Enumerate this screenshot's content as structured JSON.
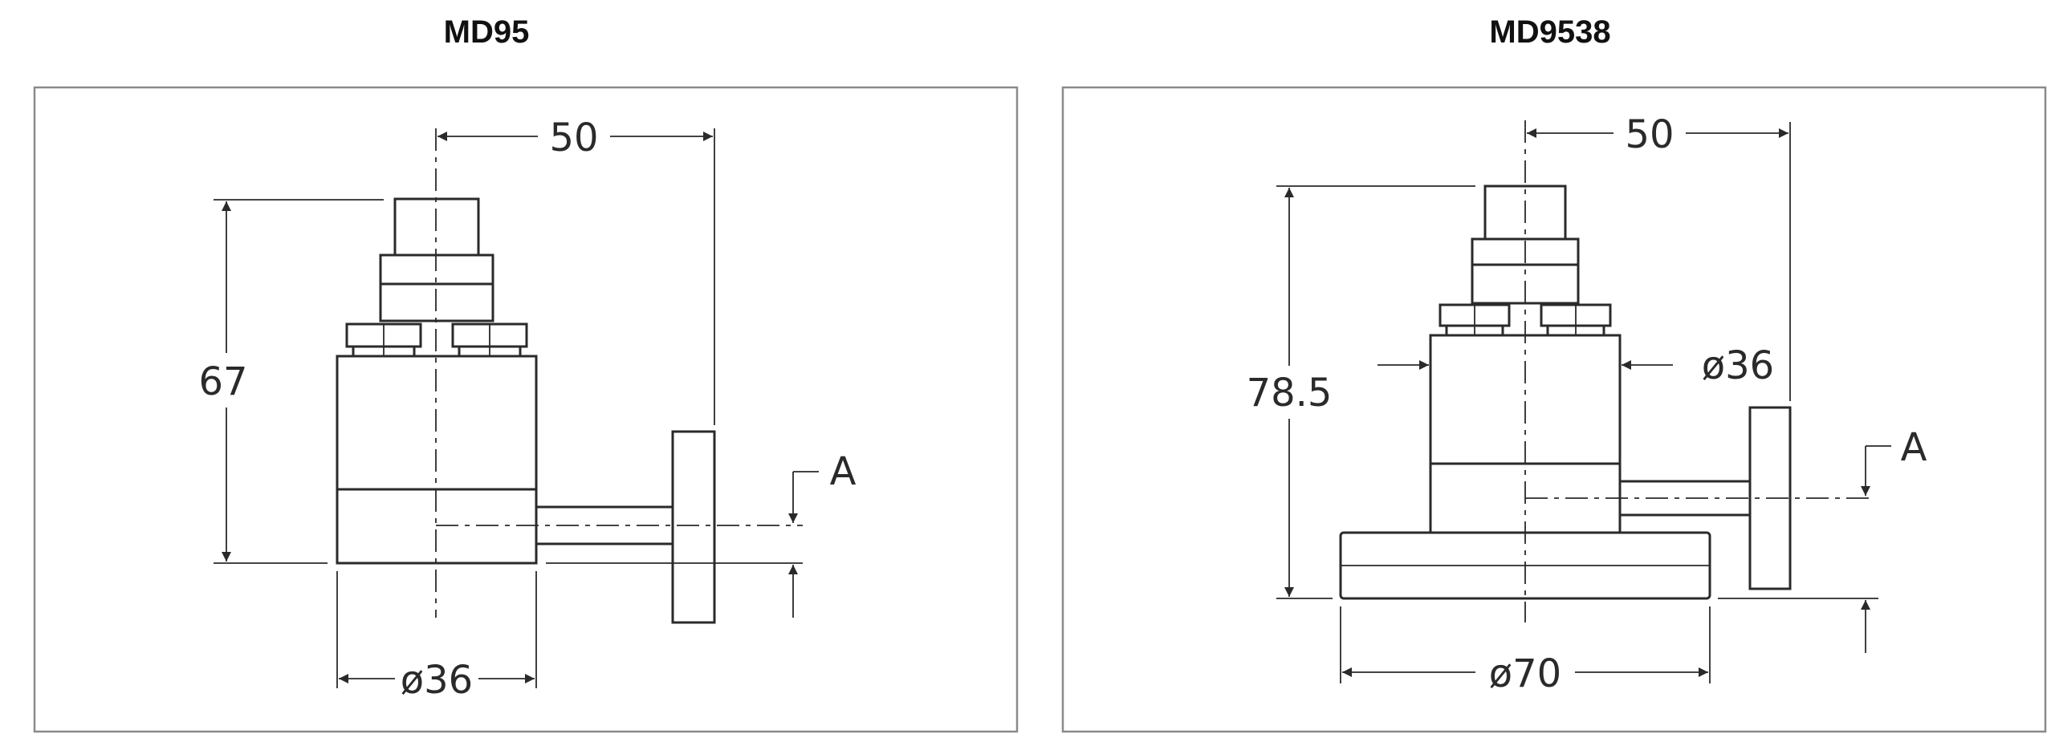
{
  "left": {
    "title": "MD95",
    "dim_top": "50",
    "dim_height": "67",
    "dim_diameter": "ø36",
    "datum": "A"
  },
  "right": {
    "title": "MD9538",
    "dim_top": "50",
    "dim_height": "78.5",
    "dim_body_diameter": "ø36",
    "dim_base_diameter": "ø70",
    "datum": "A"
  }
}
